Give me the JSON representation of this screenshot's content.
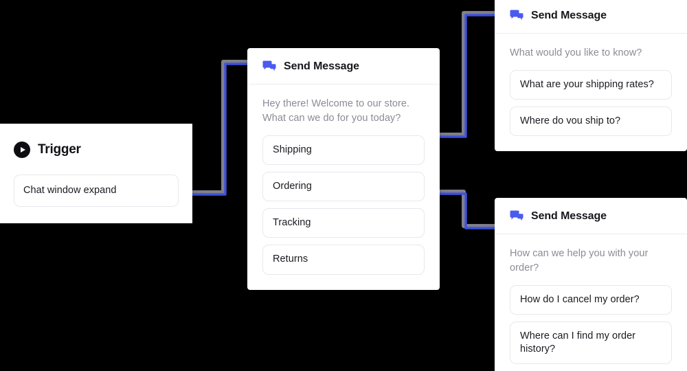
{
  "canvas": {
    "background": "#000000",
    "connector_color": "#3f51e0",
    "connector_shadow_color": "#808089",
    "accent": "#4a5bef"
  },
  "trigger_card": {
    "icon": "play-circle-icon",
    "title": "Trigger",
    "option": "Chat window expand"
  },
  "cards": [
    {
      "id": "main",
      "icon": "chat-bubbles-icon",
      "title": "Send Message",
      "prompt": "Hey there! Welcome to our store. What can we do for you today?",
      "options": [
        "Shipping",
        "Ordering",
        "Tracking",
        "Returns"
      ]
    },
    {
      "id": "top",
      "icon": "chat-bubbles-icon",
      "title": "Send Message",
      "prompt": "What would you like to know?",
      "options": [
        "What are your shipping rates?",
        "Where do vou ship to?"
      ]
    },
    {
      "id": "bottom",
      "icon": "chat-bubbles-icon",
      "title": "Send Message",
      "prompt": "How can we help you with your order?",
      "options": [
        "How do I cancel my order?",
        "Where can I find my order history?"
      ]
    }
  ]
}
